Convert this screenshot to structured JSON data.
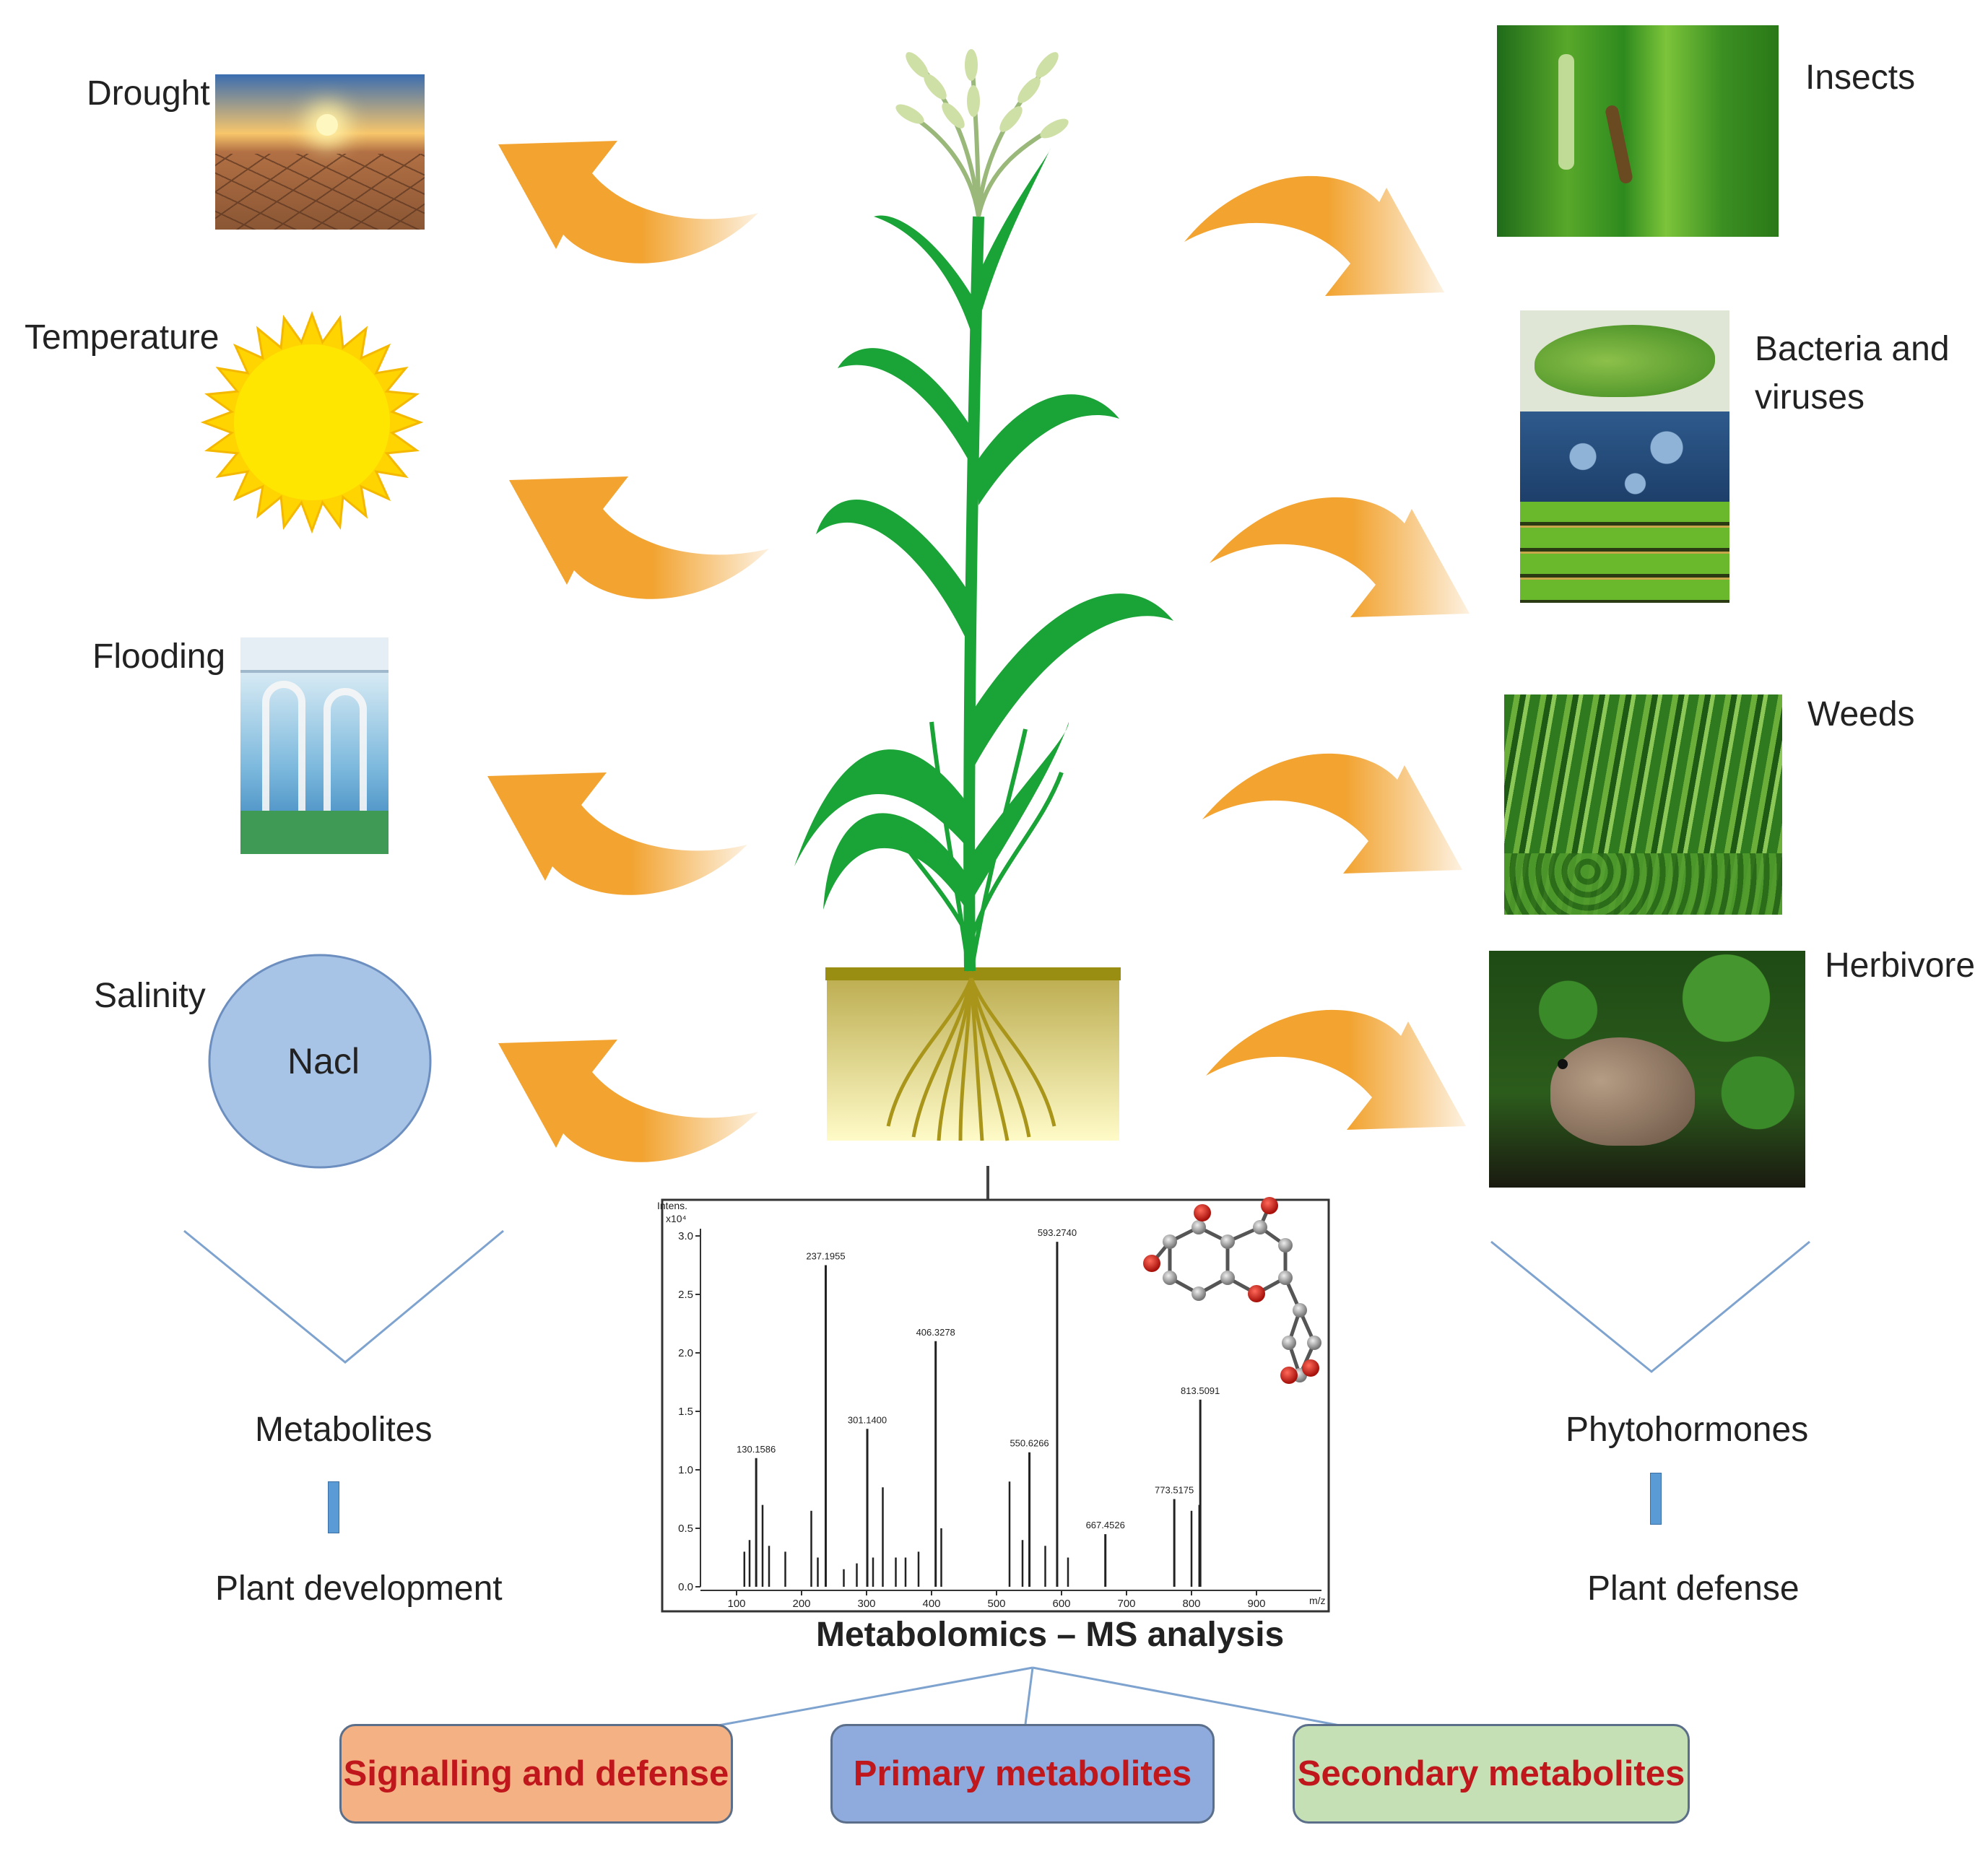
{
  "stresses": {
    "drought": "Drought",
    "temperature": "Temperature",
    "flooding": "Flooding",
    "salinity": "Salinity",
    "nacl": "Nacl",
    "insects": "Insects",
    "bacteria": "Bacteria and\nviruses",
    "weeds": "Weeds",
    "herbivore": "Herbivore"
  },
  "left_branch": {
    "top": "Metabolites",
    "bottom": "Plant development"
  },
  "right_branch": {
    "top": "Phytohormones",
    "bottom": "Plant defense"
  },
  "ms": {
    "caption": "Metabolomics – MS analysis",
    "y_unit": "Intens.",
    "y_exp": "x10⁴",
    "x_unit": "m/z",
    "y_ticks": [
      "0.0",
      "0.5",
      "1.0",
      "1.5",
      "2.0",
      "2.5",
      "3.0"
    ],
    "x_ticks": [
      "100",
      "200",
      "300",
      "400",
      "500",
      "600",
      "700",
      "800",
      "900"
    ]
  },
  "chart_data": {
    "type": "bar",
    "xlabel": "m/z",
    "ylabel": "Intens. x10⁴",
    "xlim": [
      50,
      1000
    ],
    "ylim": [
      0,
      3.0
    ],
    "peaks": [
      {
        "x": 130.1586,
        "y": 1.1,
        "label": "130.1586"
      },
      {
        "x": 237.1955,
        "y": 2.75,
        "label": "237.1955"
      },
      {
        "x": 301.14,
        "y": 1.35,
        "label": "301.1400"
      },
      {
        "x": 406.3278,
        "y": 2.1,
        "label": "406.3278"
      },
      {
        "x": 550.6266,
        "y": 1.15,
        "label": "550.6266"
      },
      {
        "x": 593.274,
        "y": 2.95,
        "label": "593.2740"
      },
      {
        "x": 667.4526,
        "y": 0.45,
        "label": "667.4526"
      },
      {
        "x": 773.5175,
        "y": 0.75,
        "label": "773.5175"
      },
      {
        "x": 813.5091,
        "y": 1.6,
        "label": "813.5091"
      },
      {
        "x": 140,
        "y": 0.7
      },
      {
        "x": 112,
        "y": 0.3
      },
      {
        "x": 120,
        "y": 0.4
      },
      {
        "x": 150,
        "y": 0.35
      },
      {
        "x": 175,
        "y": 0.3
      },
      {
        "x": 215,
        "y": 0.65
      },
      {
        "x": 225,
        "y": 0.25
      },
      {
        "x": 265,
        "y": 0.15
      },
      {
        "x": 285,
        "y": 0.2
      },
      {
        "x": 310,
        "y": 0.25
      },
      {
        "x": 325,
        "y": 0.85
      },
      {
        "x": 345,
        "y": 0.25
      },
      {
        "x": 360,
        "y": 0.25
      },
      {
        "x": 380,
        "y": 0.3
      },
      {
        "x": 415,
        "y": 0.5
      },
      {
        "x": 520,
        "y": 0.9
      },
      {
        "x": 540,
        "y": 0.4
      },
      {
        "x": 575,
        "y": 0.35
      },
      {
        "x": 610,
        "y": 0.25
      },
      {
        "x": 800,
        "y": 0.65
      },
      {
        "x": 812,
        "y": 0.7
      }
    ]
  },
  "categories": [
    "Signalling and defense",
    "Primary metabolites",
    "Secondary metabolites"
  ],
  "colors": {
    "arrow": "#f2a330",
    "leaf": "#1aa336",
    "box1": "#f4b183",
    "box2": "#8faadc",
    "box3": "#c5e0b4",
    "box_text": "#c0171c",
    "nacl_circle": "#9dc3e6",
    "sun": "#ffe600"
  }
}
